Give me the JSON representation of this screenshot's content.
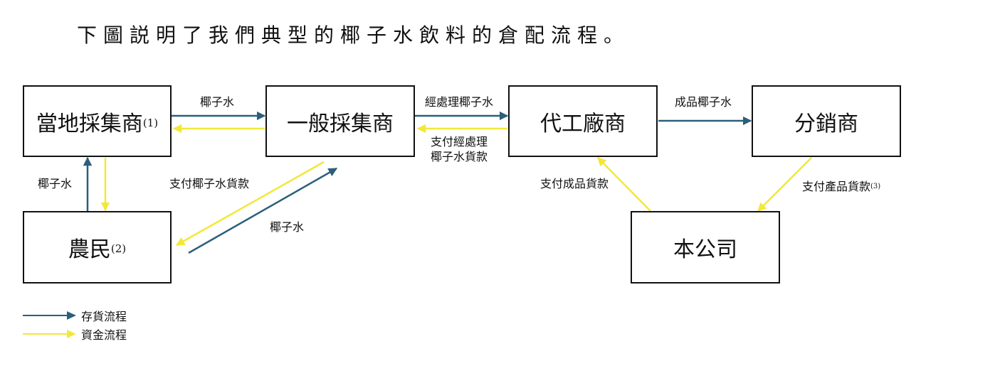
{
  "heading": "下圖説明了我們典型的椰子水飲料的倉配流程。",
  "colors": {
    "goods_flow": "#2c5f7c",
    "money_flow": "#f2e838",
    "box_border": "#111111"
  },
  "nodes": {
    "local_collector": {
      "label": "當地採集商",
      "note": "(1)"
    },
    "general_collector": {
      "label": "一般採集商"
    },
    "contract_factory": {
      "label": "代工廠商"
    },
    "distributor": {
      "label": "分銷商"
    },
    "farmer": {
      "label": "農民",
      "note": "(2)"
    },
    "company": {
      "label": "本公司"
    }
  },
  "edge_labels": {
    "local_to_general": "椰子水",
    "general_to_factory": "經處理椰子水",
    "factory_to_general_line1": "支付經處理",
    "factory_to_general_line2": "椰子水貨款",
    "factory_to_distributor": "成品椰子水",
    "farmer_to_local": "椰子水",
    "general_to_farmer_pay": "支付椰子水貨款",
    "farmer_to_general": "椰子水",
    "company_to_factory_pay": "支付成品貨款",
    "distributor_to_company_pay": "支付產品貨款",
    "distributor_to_company_pay_note": "(3)"
  },
  "legend": {
    "goods": "存貨流程",
    "money": "資金流程"
  }
}
